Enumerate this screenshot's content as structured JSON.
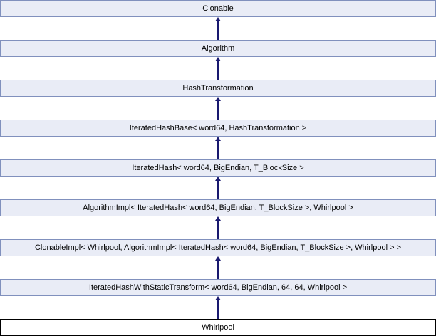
{
  "diagram": {
    "kind": "class-inheritance-graph",
    "direction": "derived-to-base-upward",
    "colors": {
      "node_fill": "#e9ecf6",
      "node_border": "#8090bd",
      "current_node_fill": "#ffffff",
      "current_node_border": "#000000",
      "arrow": "#191970",
      "text": "#000000"
    },
    "nodes": [
      {
        "label": "Clonable",
        "current": false
      },
      {
        "label": "Algorithm",
        "current": false
      },
      {
        "label": "HashTransformation",
        "current": false
      },
      {
        "label": "IteratedHashBase< word64, HashTransformation >",
        "current": false
      },
      {
        "label": "IteratedHash< word64, BigEndian, T_BlockSize >",
        "current": false
      },
      {
        "label": "AlgorithmImpl< IteratedHash< word64, BigEndian, T_BlockSize >, Whirlpool >",
        "current": false
      },
      {
        "label": "ClonableImpl< Whirlpool, AlgorithmImpl< IteratedHash< word64, BigEndian, T_BlockSize >, Whirlpool > >",
        "current": false
      },
      {
        "label": "IteratedHashWithStaticTransform< word64, BigEndian, 64, 64, Whirlpool >",
        "current": false
      },
      {
        "label": "Whirlpool",
        "current": true
      }
    ]
  }
}
